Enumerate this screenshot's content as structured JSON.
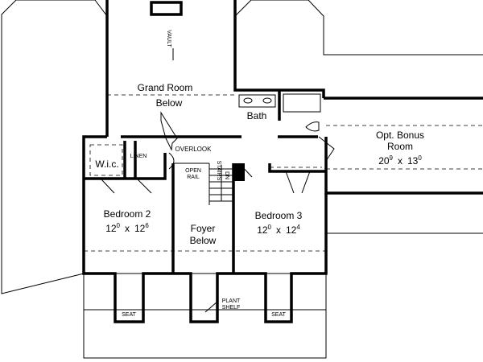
{
  "rooms": {
    "grand_room": {
      "name": "Grand Room",
      "sub": "Below",
      "vault": "VAULT"
    },
    "bath": {
      "name": "Bath"
    },
    "bonus": {
      "name": "Opt. Bonus",
      "name2": "Room",
      "w": "20",
      "w_in": "9",
      "x": "x",
      "l": "13",
      "l_in": "0"
    },
    "wic": {
      "name": "W.i.c."
    },
    "linen": {
      "name": "LINEN"
    },
    "overlook": {
      "name": "OVERLOOK"
    },
    "open_rail": {
      "line1": "OPEN",
      "line2": "RAIL"
    },
    "stairs": {
      "line1": "STAIRS",
      "line2": "DN"
    },
    "bedroom2": {
      "name": "Bedroom 2",
      "w": "12",
      "w_in": "0",
      "x": "x",
      "l": "12",
      "l_in": "6"
    },
    "foyer": {
      "name": "Foyer",
      "sub": "Below"
    },
    "bedroom3": {
      "name": "Bedroom 3",
      "w": "12",
      "w_in": "0",
      "x": "x",
      "l": "12",
      "l_in": "4"
    },
    "seat_left": {
      "name": "SEAT"
    },
    "seat_right": {
      "name": "SEAT"
    },
    "plant_shelf": {
      "line1": "PLANT",
      "line2": "SHELF"
    }
  }
}
